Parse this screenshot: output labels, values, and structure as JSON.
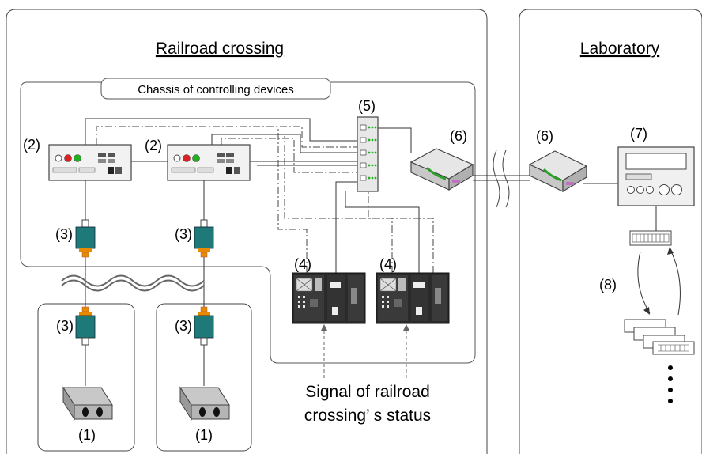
{
  "titles": {
    "crossing": "Railroad crossing",
    "lab": "Laboratory"
  },
  "chassis_label": "Chassis of controlling devices",
  "labels": {
    "n1": "(1)",
    "n2": "(2)",
    "n3": "(3)",
    "n4": "(4)",
    "n5": "(5)",
    "n6": "(6)",
    "n7": "(7)",
    "n8": "(8)"
  },
  "signal_text": {
    "line1": "Signal of railroad",
    "line2": "crossing’ s status"
  },
  "colors": {
    "red_led": "#e02020",
    "green_led": "#20b020",
    "converter": "#1d7a78",
    "connector": "#e88a00"
  }
}
